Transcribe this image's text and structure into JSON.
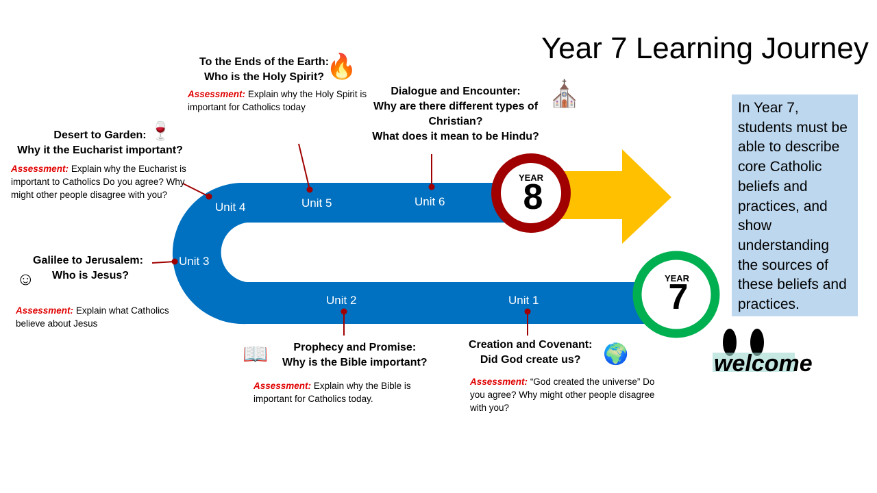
{
  "title": "Year 7 Learning Journey",
  "assessment_label": "Assessment:",
  "units": [
    {
      "label": "Unit 1",
      "head1": "Creation and Covenant:",
      "head2": "Did God create us?",
      "assessment": "“God created the universe” Do you agree? Why might other people disagree with you?",
      "icon": "globe-icon"
    },
    {
      "label": "Unit 2",
      "head1": "Prophecy and Promise:",
      "head2": "Why is the Bible important?",
      "assessment": "Explain why the Bible is important for Catholics today.",
      "icon": "bible-icon"
    },
    {
      "label": "Unit 3",
      "head1": "Galilee to Jerusalem:",
      "head2": "Who is Jesus?",
      "assessment": "Explain what Catholics believe about Jesus",
      "icon": "jesus-icon"
    },
    {
      "label": "Unit 4",
      "head1": "Desert to Garden:",
      "head2": "Why it the Eucharist important?",
      "assessment": "Explain why the Eucharist is important to Catholics Do you agree? Why might other people disagree with you?",
      "icon": "chalice-bread-icon"
    },
    {
      "label": "Unit 5",
      "head1": "To the Ends of the Earth:",
      "head2": "Who is the Holy Spirit?",
      "assessment": "Explain why the Holy Spirit is important for Catholics today",
      "icon": "flame-icon"
    },
    {
      "label": "Unit 6",
      "head1": "Dialogue and Encounter:",
      "head2": "Why are there different types of Christian?",
      "head3": "What does it mean to be Hindu?",
      "icon": "church-icon"
    }
  ],
  "year7": {
    "label": "YEAR",
    "number": "7"
  },
  "year8": {
    "label": "YEAR",
    "number": "8"
  },
  "note": "In Year 7, students must be able to describe core Catholic beliefs and practices, and show understanding the sources of these beliefs and practices.",
  "welcome": "welcome",
  "colors": {
    "blue": "#0070c0",
    "red": "#a00000",
    "green": "#00b050",
    "yellow": "#ffc000",
    "note_bg": "#bdd7ee"
  }
}
